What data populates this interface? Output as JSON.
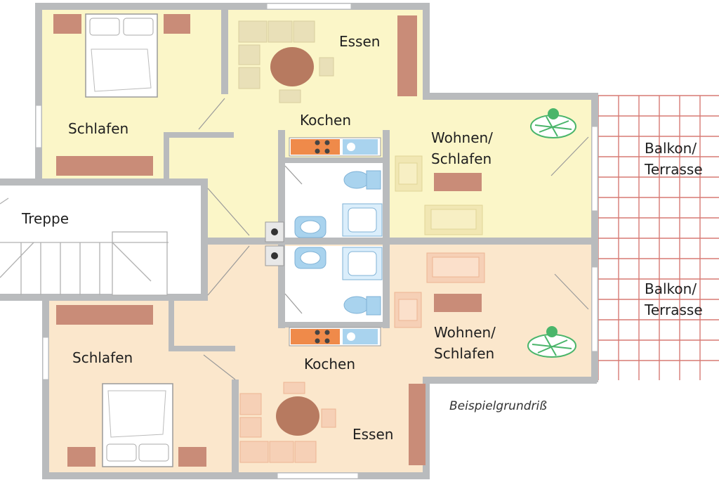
{
  "rooms": {
    "top_bedroom": "Schlafen",
    "top_dining": "Essen",
    "top_kitchen": "Kochen",
    "top_living": [
      "Wohnen/",
      "Schlafen"
    ],
    "top_balcony": [
      "Balkon/",
      "Terrasse"
    ],
    "stairs": "Treppe",
    "bottom_balcony": [
      "Balkon/",
      "Terrasse"
    ],
    "bottom_living": [
      "Wohnen/",
      "Schlafen"
    ],
    "bottom_bedroom": "Schlafen",
    "bottom_kitchen": "Kochen",
    "bottom_dining": "Essen"
  },
  "caption": "Beispielgrundriß",
  "colors": {
    "wall": "#b9bbbd",
    "top_unit_floor": "#fbf6c8",
    "bottom_unit_floor": "#fbe7cc",
    "bath_floor": "#ffffff",
    "furniture_brown": "#c98c78",
    "dining_table": "#b77a60",
    "sanitary_blue": "#a9d3ee",
    "kitchen_orange": "#ef8a4a",
    "terrace_grid": "#d77a74",
    "plant_green": "#4ab56a"
  }
}
